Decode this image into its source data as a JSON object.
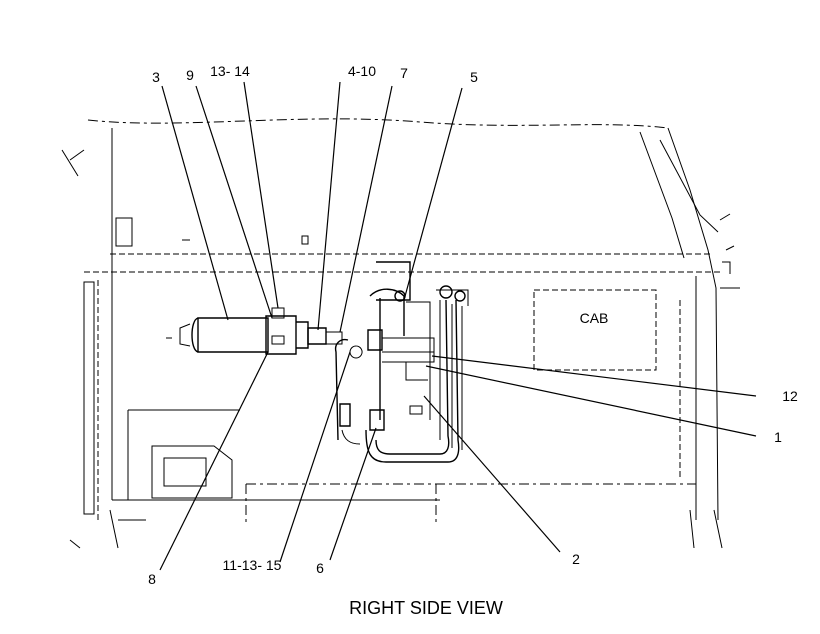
{
  "title": "RIGHT SIDE VIEW",
  "cab_label": "CAB",
  "callouts": {
    "c1": "1",
    "c2": "2",
    "c3": "3",
    "c4_10": "4-10",
    "c5": "5",
    "c6": "6",
    "c7": "7",
    "c8": "8",
    "c9": "9",
    "c11_13_15": "11-13- 15",
    "c12": "12",
    "c13_14": "13- 14"
  }
}
